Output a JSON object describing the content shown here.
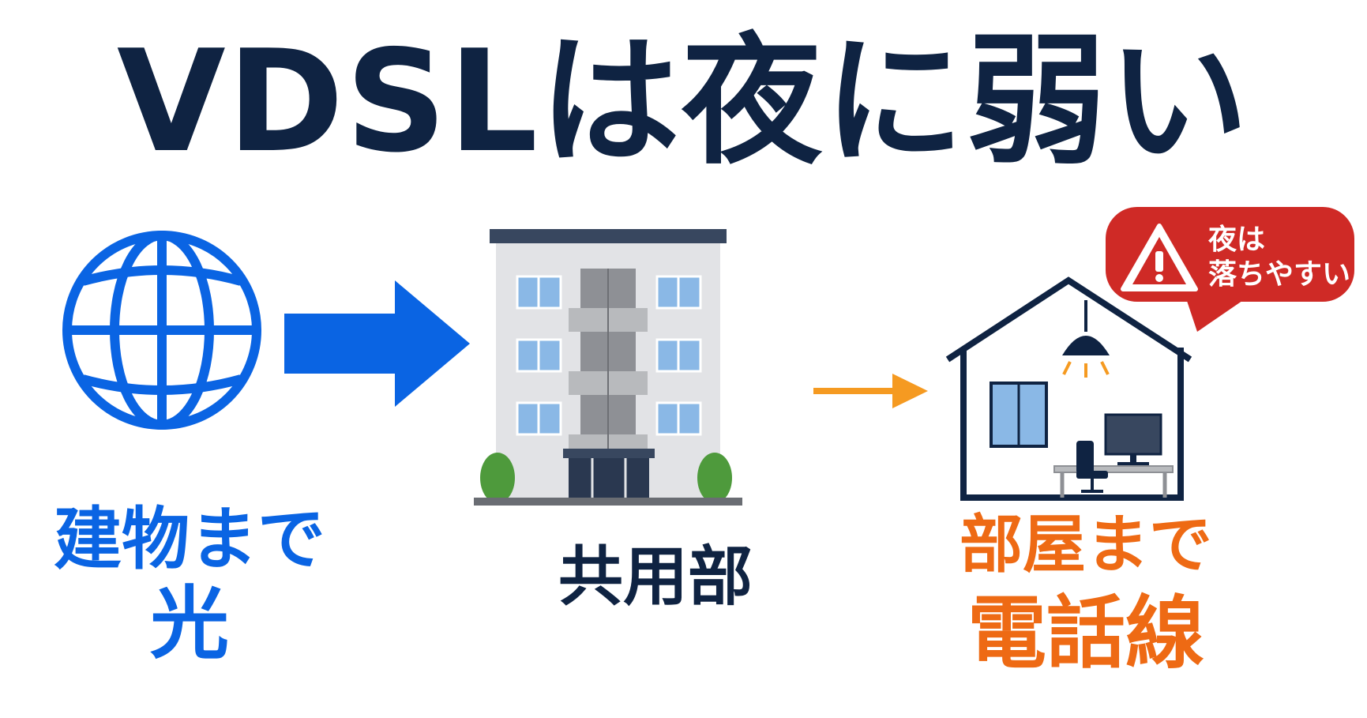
{
  "title": "VDSLは夜に弱い",
  "colors": {
    "title": "#0f2342",
    "blue": "#0a64e3",
    "orange": "#ee6a14",
    "navy": "#0f2342",
    "red": "#cf2a26",
    "building": "#e2e3e6",
    "window": "#8ab8e6",
    "arrow_orange": "#f59a21"
  },
  "left": {
    "icon": "globe-icon",
    "line1": "建物まで",
    "line2": "光"
  },
  "middle": {
    "icon": "apartment-building-icon",
    "label": "共用部"
  },
  "right": {
    "icon": "house-icon",
    "line1": "部屋まで",
    "line2": "電話線"
  },
  "callout": {
    "icon": "warning-icon",
    "line1": "夜は",
    "line2": "落ちやすい"
  },
  "arrows": [
    "arrow-right-icon",
    "arrow-right-icon"
  ]
}
